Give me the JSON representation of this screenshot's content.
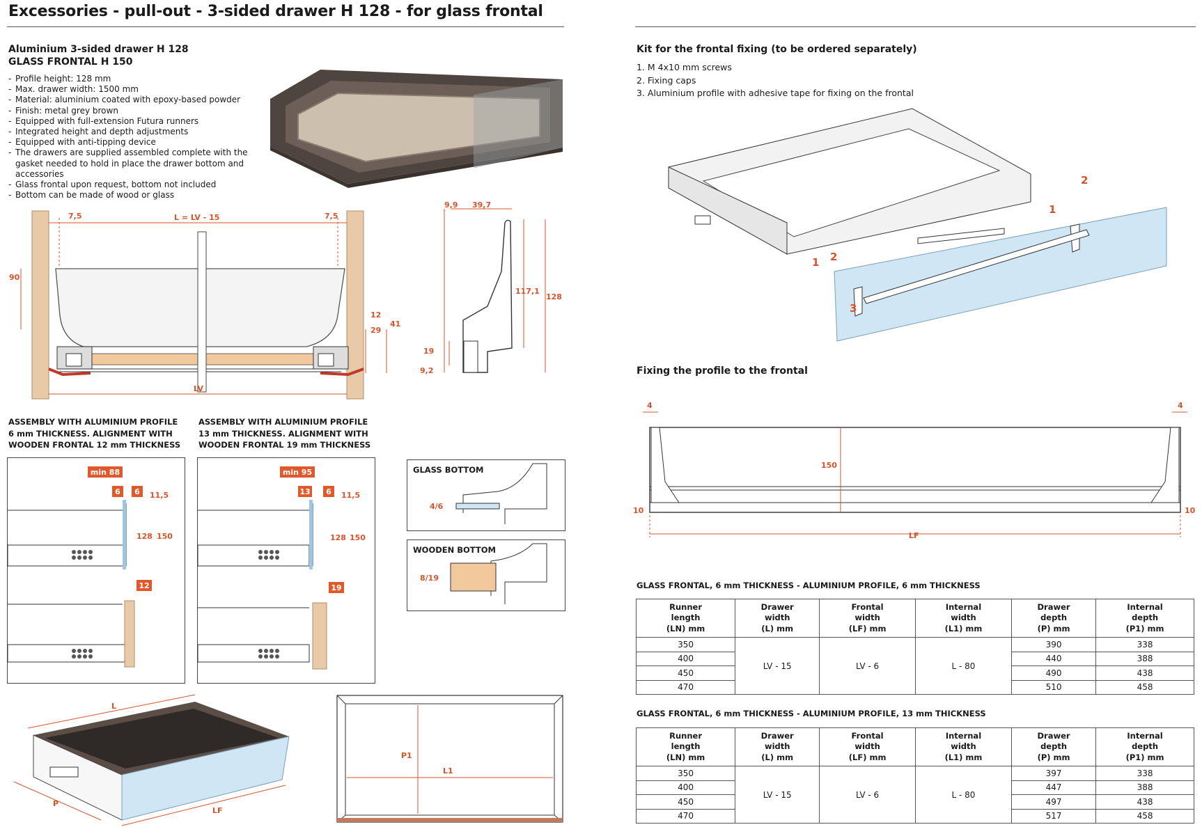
{
  "page": {
    "title": "Excessories - pull-out - 3-sided drawer H 128 - for glass frontal"
  },
  "product": {
    "title_line1": "Aluminium 3-sided drawer H 128",
    "title_line2": "GLASS FRONTAL H 150",
    "features": [
      "Profile height: 128 mm",
      "Max. drawer width: 1500 mm",
      "Material: aluminium coated with epoxy-based powder",
      "Finish: metal grey brown",
      "Equipped with full-extension Futura runners",
      "Integrated height and depth adjustments",
      "Equipped with anti-tipping device",
      "The drawers are supplied assembled complete with the gasket needed to hold in place the drawer bottom and accessories",
      "Glass frontal upon request, bottom not included",
      "Bottom can be made of wood or glass"
    ]
  },
  "cross_section": {
    "dim_left": "7,5",
    "dim_center": "L = LV - 15",
    "dim_right": "7,5",
    "dim_height": "90",
    "dim_12": "12",
    "dim_29": "29",
    "dim_41": "41",
    "dim_lv": "LV"
  },
  "profile_section": {
    "dim_99": "9,9",
    "dim_397": "39,7",
    "dim_1171": "117,1",
    "dim_128": "128",
    "dim_19": "19",
    "dim_92": "9,2"
  },
  "assembly_6": {
    "title": "ASSEMBLY WITH ALUMINIUM PROFILE\n6 mm THICKNESS. ALIGNMENT WITH\nWOODEN FRONTAL 12 mm THICKNESS",
    "min": "min 88",
    "a": "6",
    "b": "6",
    "c": "11,5",
    "h1": "128",
    "h2": "150",
    "t": "12"
  },
  "assembly_13": {
    "title": "ASSEMBLY WITH ALUMINIUM PROFILE\n13 mm THICKNESS. ALIGNMENT WITH\nWOODEN FRONTAL 19 mm THICKNESS",
    "min": "min 95",
    "a": "13",
    "b": "6",
    "c": "11,5",
    "h1": "128",
    "h2": "150",
    "t": "19"
  },
  "glass_bottom": {
    "title": "GLASS BOTTOM",
    "dim": "4/6"
  },
  "wooden_bottom": {
    "title": "WOODEN BOTTOM",
    "dim": "8/19"
  },
  "iso_drawer": {
    "l": "L",
    "p": "P",
    "lf": "LF"
  },
  "top_view": {
    "p1": "P1",
    "l1": "L1"
  },
  "kit": {
    "title": "Kit for the frontal fixing (to be ordered separately)",
    "items": [
      "1. M 4x10 mm screws",
      "2. Fixing caps",
      "3. Aluminium profile with adhesive tape for fixing on the frontal"
    ],
    "callout_1": "1",
    "callout_2": "2",
    "callout_3": "3"
  },
  "fixing": {
    "title": "Fixing the profile to the frontal",
    "d4": "4",
    "d150": "150",
    "d10": "10",
    "dlf": "LF"
  },
  "table1": {
    "title": "GLASS FRONTAL, 6 mm THICKNESS - ALUMINIUM PROFILE, 6 mm THICKNESS",
    "headers": [
      [
        "Runner",
        "length",
        "(LN) mm"
      ],
      [
        "Drawer",
        "width",
        "(L) mm"
      ],
      [
        "Frontal",
        "width",
        "(LF) mm"
      ],
      [
        "Internal",
        "width",
        "(L1) mm"
      ],
      [
        "Drawer",
        "depth",
        "(P) mm"
      ],
      [
        "Internal",
        "depth",
        "(P1) mm"
      ]
    ],
    "runner": [
      "350",
      "400",
      "450",
      "470"
    ],
    "drawer_width": "LV - 15",
    "frontal_width": "LV - 6",
    "internal_width": "L - 80",
    "depth": [
      "390",
      "440",
      "490",
      "510"
    ],
    "internal_depth": [
      "338",
      "388",
      "438",
      "458"
    ]
  },
  "table2": {
    "title": "GLASS FRONTAL, 6 mm THICKNESS - ALUMINIUM PROFILE, 13 mm THICKNESS",
    "headers": [
      [
        "Runner",
        "length",
        "(LN) mm"
      ],
      [
        "Drawer",
        "width",
        "(L) mm"
      ],
      [
        "Frontal",
        "width",
        "(LF) mm"
      ],
      [
        "Internal",
        "width",
        "(L1) mm"
      ],
      [
        "Drawer",
        "depth",
        "(P) mm"
      ],
      [
        "Internal",
        "depth",
        "(P1) mm"
      ]
    ],
    "runner": [
      "350",
      "400",
      "450",
      "470"
    ],
    "drawer_width": "LV - 15",
    "frontal_width": "LV - 6",
    "internal_width": "L - 80",
    "depth": [
      "397",
      "447",
      "497",
      "517"
    ],
    "internal_depth": [
      "338",
      "388",
      "438",
      "458"
    ]
  },
  "colors": {
    "dim_accent": "#d9532b",
    "wood": "#e8c9a8",
    "drawer_brown": "#5a4e46",
    "glass": "#cfe6f4"
  }
}
